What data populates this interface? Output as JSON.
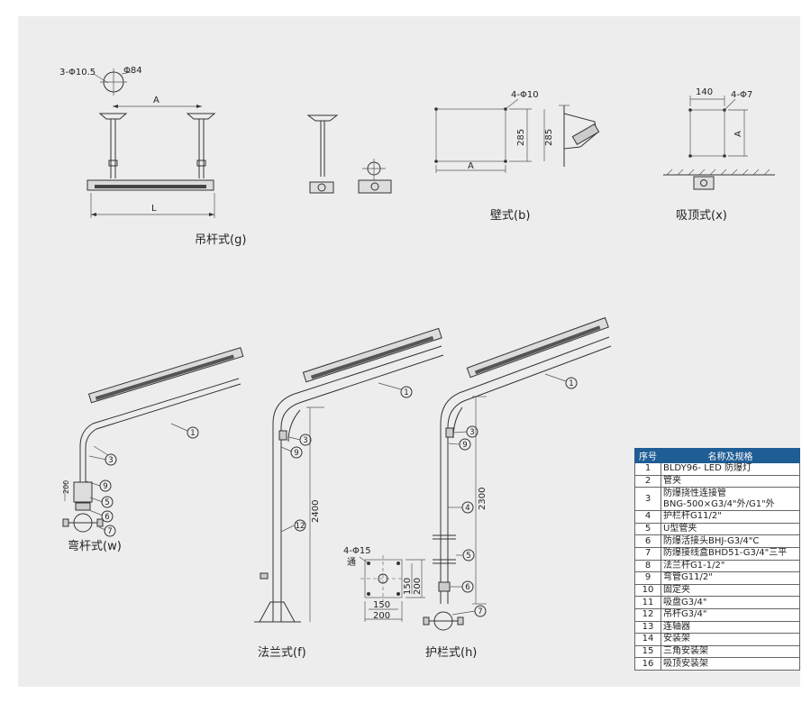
{
  "views": {
    "g": {
      "caption": "吊杆式(g)",
      "bolt_label": "3-Φ10.5",
      "flange_label": "Φ84",
      "dim_a": "A",
      "dim_l": "L"
    },
    "b": {
      "caption": "壁式(b)",
      "hole_label": "4-Φ10",
      "dim_285_a": "285",
      "dim_285_b": "285",
      "dim_a": "A"
    },
    "x": {
      "caption": "吸顶式(x)",
      "dim_140": "140",
      "hole_label": "4-Φ7",
      "dim_a": "A"
    },
    "w": {
      "caption": "弯杆式(w)",
      "dim_200": "200"
    },
    "f": {
      "caption": "法兰式(f)",
      "dim_2400": "2400",
      "hole_label": "4-Φ15",
      "hole_note": "通",
      "dim_150_v": "150",
      "dim_200_v": "200",
      "dim_150_h": "150",
      "dim_200_h": "200"
    },
    "h": {
      "caption": "护栏式(h)",
      "dim_2300": "2300"
    }
  },
  "callouts": {
    "w": [
      "1",
      "3",
      "9",
      "5",
      "6",
      "7"
    ],
    "f": [
      "1",
      "3",
      "9",
      "12"
    ],
    "h": [
      "1",
      "3",
      "9",
      "4",
      "5",
      "6",
      "7"
    ]
  },
  "parts_table": {
    "header": {
      "no": "序号",
      "name": "名称及规格"
    },
    "rows": [
      {
        "no": "1",
        "name": "BLDY96- LED 防爆灯"
      },
      {
        "no": "2",
        "name": "管夹"
      },
      {
        "no": "3",
        "name": "防爆挠性连接管",
        "name2": "BNG-500×G3/4\"外/G1\"外"
      },
      {
        "no": "4",
        "name": "护栏杆G11/2\""
      },
      {
        "no": "5",
        "name": "U型管夹"
      },
      {
        "no": "6",
        "name": "防爆活接头BHJ-G3/4\"C"
      },
      {
        "no": "7",
        "name": "防爆接线盒BHD51-G3/4\"三平"
      },
      {
        "no": "8",
        "name": "法兰杆G1-1/2\""
      },
      {
        "no": "9",
        "name": "弯管G11/2\""
      },
      {
        "no": "10",
        "name": "固定夹"
      },
      {
        "no": "11",
        "name": "吸盘G3/4\""
      },
      {
        "no": "12",
        "name": "吊杆G3/4\""
      },
      {
        "no": "13",
        "name": "连轴器"
      },
      {
        "no": "14",
        "name": "安装架"
      },
      {
        "no": "15",
        "name": "三角安装架"
      },
      {
        "no": "16",
        "name": "吸顶安装架"
      }
    ]
  },
  "colors": {
    "header_bg": "#1f5d95",
    "sheet_bg": "#ededed",
    "line": "#333333"
  }
}
